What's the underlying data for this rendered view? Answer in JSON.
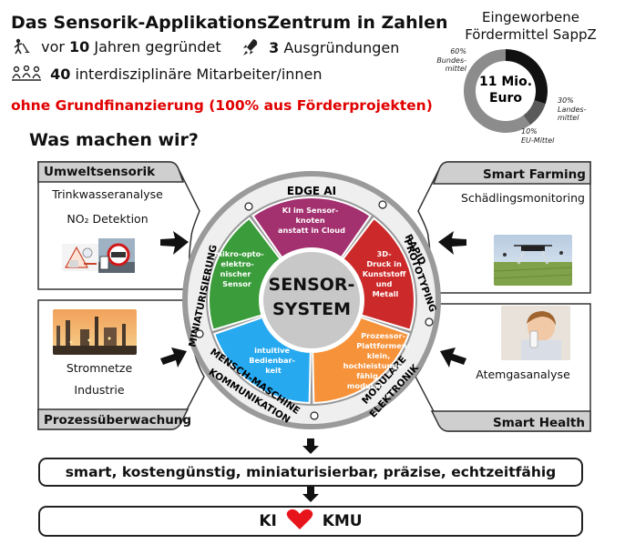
{
  "header": {
    "title": "Das Sensorik-ApplikationsZentrum in Zahlen",
    "fact1_value": "10",
    "fact1_prefix": "vor",
    "fact1_suffix": "Jahren gegründet",
    "fact2_value": "3",
    "fact2_suffix": "Ausgründungen",
    "fact3_value": "40",
    "fact3_suffix": "interdisziplinäre Mitarbeiter/innen",
    "no_funding": "ohne Grundfinanzierung (100% aus Förderprojekten)",
    "what_heading": "Was machen wir?"
  },
  "funding": {
    "title_line1": "Eingeworbene",
    "title_line2": "Fördermittel SappZ",
    "center_line1": "11 Mio.",
    "center_line2": "Euro",
    "slices": [
      {
        "label_pct": "60%",
        "label_name": "Bundes-mittel",
        "value": 60,
        "color": "#8c8c8c"
      },
      {
        "label_pct": "30%",
        "label_name": "Landes-mittel",
        "value": 30,
        "color": "#111111"
      },
      {
        "label_pct": "10%",
        "label_name": "EU-Mittel",
        "value": 10,
        "color": "#5a5a5a"
      }
    ]
  },
  "panels": {
    "umwelt": {
      "title": "Umweltsensorik",
      "item1": "Trinkwasseranalyse",
      "item2": "NO₂ Detektion"
    },
    "prozess": {
      "title": "Prozessüberwachung",
      "item1": "Stromnetze",
      "item2": "Industrie"
    },
    "farming": {
      "title": "Smart Farming",
      "item1": "Schädlingsmonitoring"
    },
    "health": {
      "title": "Smart Health",
      "item1": "Atemgasanalyse"
    }
  },
  "wheel": {
    "center_line1": "SENSOR-",
    "center_line2": "SYSTEM",
    "ring_labels": {
      "edge_ai": "EDGE AI",
      "rapid1": "RAPID",
      "rapid2": "PROTOTYPING",
      "modular1": "MODULARE",
      "modular2": "ELEKTRONIK",
      "mensch1": "MENSCH-MASCHINE",
      "mensch2": "KOMMUNIKATION",
      "mini": "MINIATURISIERUNG"
    },
    "segments": {
      "purple": [
        "KI im Sensor-",
        "knoten",
        "anstatt in Cloud"
      ],
      "red": [
        "3D-",
        "Druck in",
        "Kunststoff",
        "und",
        "Metall"
      ],
      "orange": [
        "Prozessor-",
        "Plattformen:",
        "klein,",
        "hochleistungs-",
        "fähig,",
        "modular"
      ],
      "blue": [
        "intuitive",
        "Bedienbar-",
        "keit"
      ],
      "green": [
        "mikro-opto-",
        "elektro-",
        "nischer",
        "Sensor"
      ]
    },
    "colors": {
      "purple": "#a3306f",
      "red": "#cc2a2a",
      "orange": "#f6923a",
      "blue": "#27a9f0",
      "green": "#3a9c3a",
      "ring": "#ececec",
      "outer": "#9a9a9a"
    }
  },
  "bottom": {
    "tagline": "smart, kostengünstig, miniaturisierbar, präzise, echtzeitfähig",
    "ki": "KI",
    "kmu": "KMU"
  }
}
